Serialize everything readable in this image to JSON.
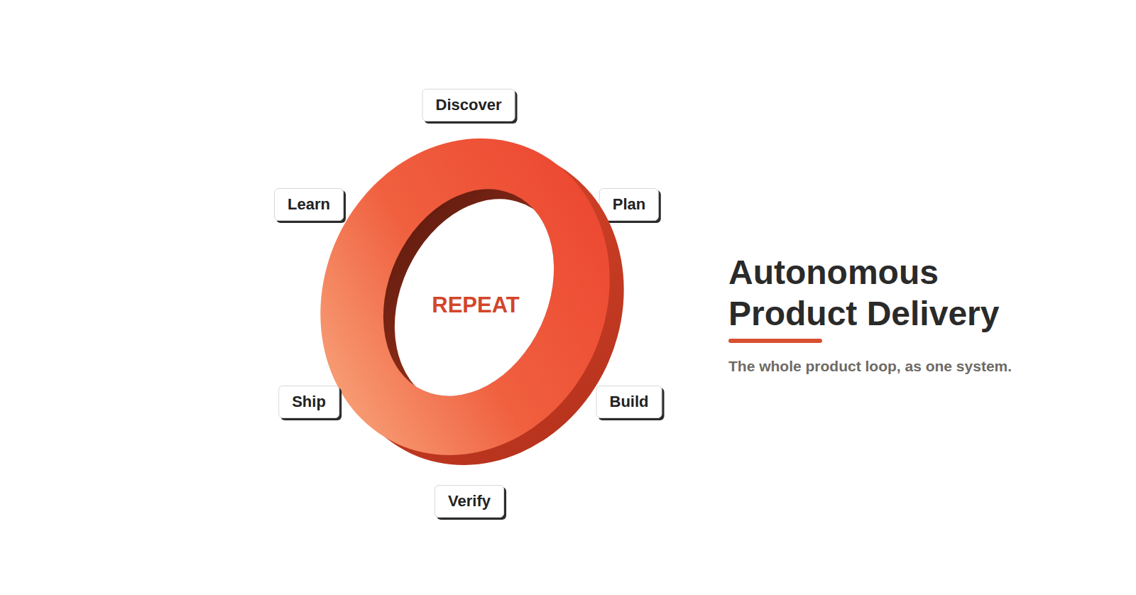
{
  "diagram": {
    "title": "Autonomous Product Delivery",
    "caption": "The whole product loop, as one system.",
    "nodes": [
      {
        "text": [
          "Discover"
        ]
      },
      {
        "text": [
          "Learn"
        ]
      },
      {
        "text": [
          "Plan"
        ]
      },
      {
        "text": [
          "REPEAT"
        ]
      },
      {
        "text": [
          "Ship"
        ]
      },
      {
        "text": [
          "Build"
        ]
      },
      {
        "text": [
          "Verify"
        ]
      }
    ]
  }
}
